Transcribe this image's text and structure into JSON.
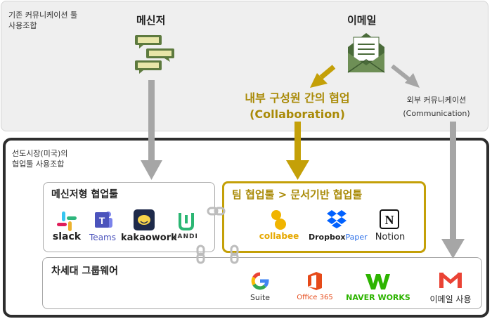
{
  "top": {
    "legacy_label_line1": "기존 커뮤니케이션 툴",
    "legacy_label_line2": "사용조합",
    "messenger_title": "메신저",
    "email_title": "이메일",
    "internal_line1": "내부 구성원 간의 협업",
    "internal_line2": "(Collaboration)",
    "external_line1": "외부 커뮤니케이션",
    "external_line2": "(Communication)"
  },
  "main": {
    "label_line1": "선도시장(미국)의",
    "label_line2": "협업툴 사용조합"
  },
  "messenger_box": {
    "title": "메신저형 협업툴",
    "tools": [
      "slack",
      "Teams",
      "kakaowork",
      "JANDI"
    ]
  },
  "team_box": {
    "title": "팀 협업툴 > 문서기반 협업툴",
    "tools": [
      "collabee",
      "Dropbox",
      "Paper",
      "Notion"
    ]
  },
  "groupware_box": {
    "title": "차세대 그룹웨어",
    "tools": [
      "Suite",
      "Office 365",
      "NAVER WORKS",
      "이메일 사용"
    ]
  },
  "colors": {
    "gold": "#c4a008",
    "gold_text": "#a98a07",
    "gray_arrow": "#a6a6a6",
    "dark_border": "#2d2d2d",
    "messenger_green": "#5d7a3e"
  }
}
